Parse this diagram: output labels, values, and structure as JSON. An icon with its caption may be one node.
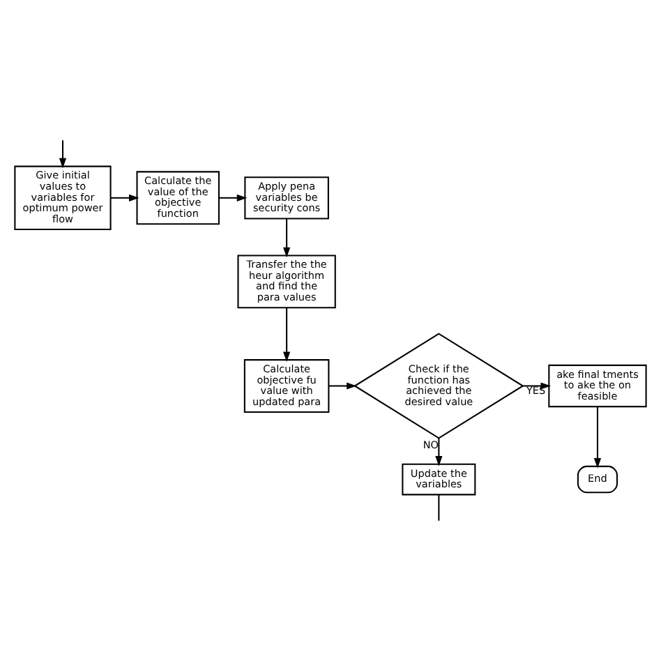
{
  "diagram": {
    "nodes": [
      {
        "text": [
          "Give initial values to variables for optimum power flow"
        ]
      },
      {
        "text": [
          "Calculate the value of the objective function"
        ]
      },
      {
        "text": [
          "Apply pena variables be security cons"
        ]
      },
      {
        "text": [
          "Transfer the the heur algorithm and find the para values"
        ]
      },
      {
        "text": [
          "Calculate objective fu value with updated para"
        ]
      },
      {
        "text": [
          "Check if the function has achieved the desired value"
        ]
      },
      {
        "text": [
          "ake final tments to ake the on feasible"
        ]
      },
      {
        "text": [
          "End"
        ]
      },
      {
        "text": [
          "Update the variables"
        ]
      }
    ],
    "edges": [
      {
        "from": null,
        "to": 0,
        "arrow": "to"
      },
      {
        "from": 0,
        "to": 1,
        "arrow": "to"
      },
      {
        "from": 1,
        "to": 2,
        "arrow": "to"
      },
      {
        "from": 2,
        "to": 3,
        "arrow": "to"
      },
      {
        "from": 3,
        "to": 4,
        "arrow": "to"
      },
      {
        "from": 4,
        "to": 5,
        "arrow": "to"
      },
      {
        "from": 5,
        "to": 6,
        "label": "YES",
        "arrow": "to"
      },
      {
        "from": 6,
        "to": 7,
        "arrow": "to"
      },
      {
        "from": 5,
        "to": 8,
        "label": "NO",
        "arrow": "to"
      },
      {
        "from": 8,
        "to": null,
        "arrow": "none"
      }
    ]
  }
}
